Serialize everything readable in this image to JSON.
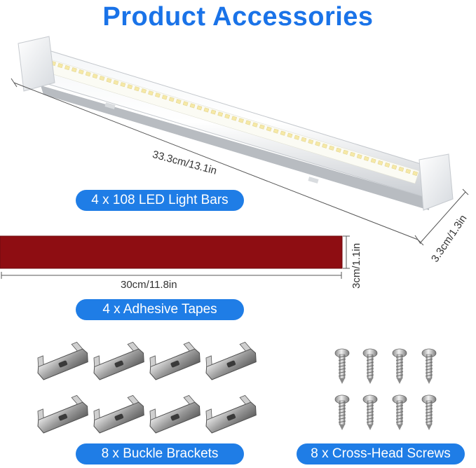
{
  "title": "Product Accessories",
  "labels": {
    "light_bars": "4 x 108 LED Light Bars",
    "adhesive_tapes": "4 x Adhesive Tapes",
    "buckle_brackets": "8 x Buckle Brackets",
    "screws": "8 x Cross-Head Screws"
  },
  "dimensions": {
    "bar_length": "33.3cm/13.1in",
    "bar_height": "3.3cm/1.3in",
    "tape_length": "30cm/11.8in",
    "tape_height": "3cm/1.1in"
  },
  "colors": {
    "accent": "#1f7de6",
    "title": "#1a73e8",
    "tape": "#8e0d12"
  }
}
